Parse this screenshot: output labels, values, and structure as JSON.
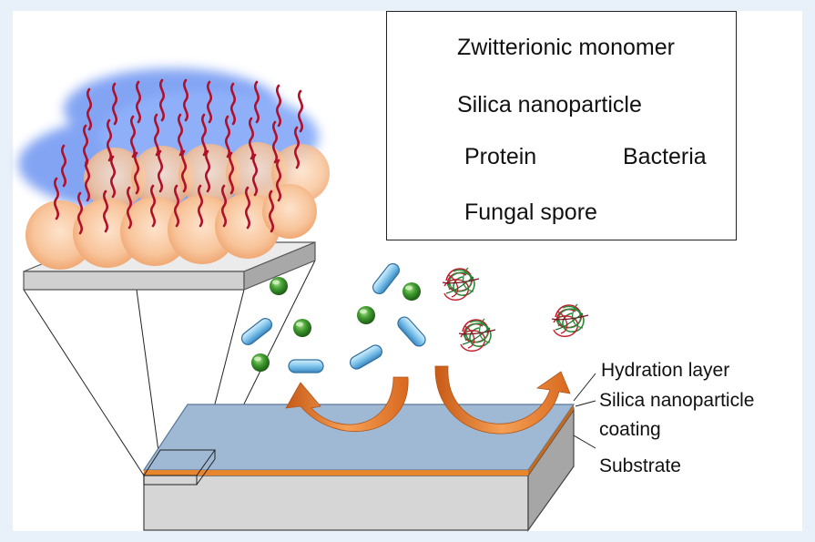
{
  "legend": {
    "zwitterionic_monomer": "Zwitterionic monomer",
    "silica_nanoparticle": "Silica nanoparticle",
    "protein": "Protein",
    "bacteria": "Bacteria",
    "fungal_spore": "Fungal spore"
  },
  "layers": {
    "hydration_layer": "Hydration layer",
    "silica_coating_line1": "Silica nanoparticle",
    "silica_coating_line2": "coating",
    "substrate": "Substrate"
  },
  "colors": {
    "monomer": "#b0102a",
    "monomer_glow": "#3a6ee8",
    "nanoparticle": "#f8c49a",
    "bacteria": "#7fc4ec",
    "spore": "#3a8a2a",
    "arrow": "#e87a2a",
    "hydration_top": "#9bb8d6",
    "coating_orange": "#e8862e",
    "substrate_gray": "#c8c8c8"
  }
}
